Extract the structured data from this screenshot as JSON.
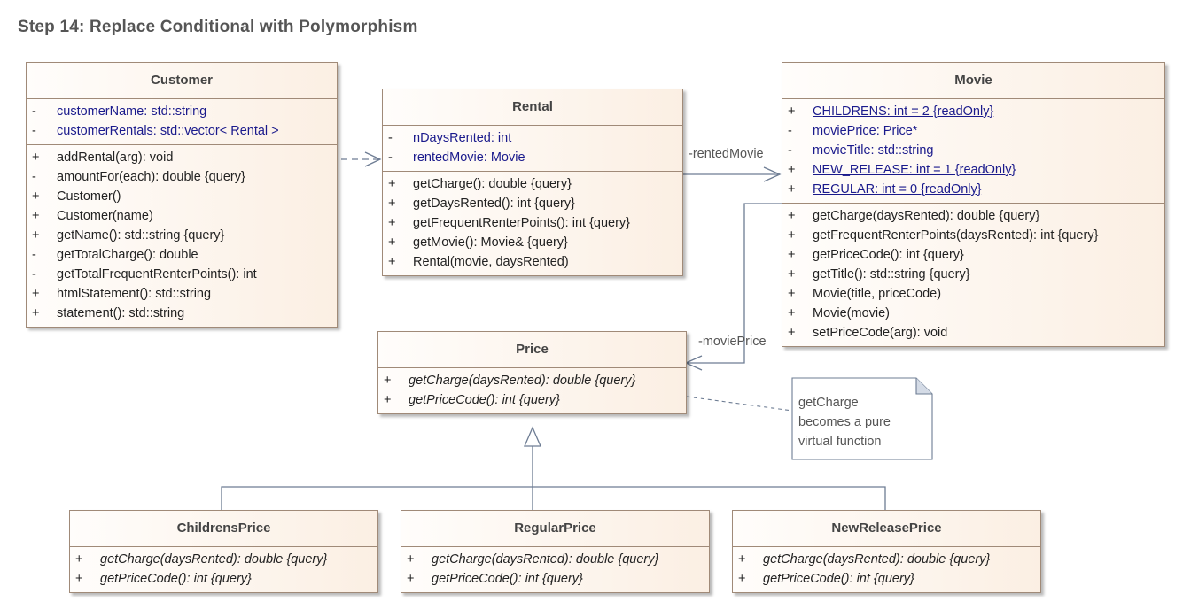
{
  "title": "Step 14: Replace Conditional with Polymorphism",
  "classes": {
    "customer": {
      "name": "Customer",
      "attributes": [
        {
          "vis": "-",
          "text": "customerName: std::string"
        },
        {
          "vis": "-",
          "text": "customerRentals: std::vector< Rental >"
        }
      ],
      "operations": [
        {
          "vis": "+",
          "text": "addRental(arg): void"
        },
        {
          "vis": "-",
          "text": "amountFor(each): double {query}"
        },
        {
          "vis": "+",
          "text": "Customer()"
        },
        {
          "vis": "+",
          "text": "Customer(name)"
        },
        {
          "vis": "+",
          "text": "getName(): std::string {query}"
        },
        {
          "vis": "-",
          "text": "getTotalCharge(): double"
        },
        {
          "vis": "-",
          "text": "getTotalFrequentRenterPoints(): int"
        },
        {
          "vis": "+",
          "text": "htmlStatement(): std::string"
        },
        {
          "vis": "+",
          "text": "statement(): std::string"
        }
      ]
    },
    "rental": {
      "name": "Rental",
      "attributes": [
        {
          "vis": "-",
          "text": "nDaysRented: int"
        },
        {
          "vis": "-",
          "text": "rentedMovie: Movie"
        }
      ],
      "operations": [
        {
          "vis": "+",
          "text": "getCharge(): double {query}"
        },
        {
          "vis": "+",
          "text": "getDaysRented(): int {query}"
        },
        {
          "vis": "+",
          "text": "getFrequentRenterPoints(): int {query}"
        },
        {
          "vis": "+",
          "text": "getMovie(): Movie& {query}"
        },
        {
          "vis": "+",
          "text": "Rental(movie, daysRented)"
        }
      ]
    },
    "movie": {
      "name": "Movie",
      "attributes": [
        {
          "vis": "+",
          "text": "CHILDRENS: int = 2 {readOnly}",
          "static": true
        },
        {
          "vis": "-",
          "text": "moviePrice: Price*"
        },
        {
          "vis": "-",
          "text": "movieTitle: std::string"
        },
        {
          "vis": "+",
          "text": "NEW_RELEASE: int = 1 {readOnly}",
          "static": true
        },
        {
          "vis": "+",
          "text": "REGULAR: int = 0 {readOnly}",
          "static": true
        }
      ],
      "operations": [
        {
          "vis": "+",
          "text": "getCharge(daysRented): double {query}"
        },
        {
          "vis": "+",
          "text": "getFrequentRenterPoints(daysRented): int {query}"
        },
        {
          "vis": "+",
          "text": "getPriceCode(): int {query}"
        },
        {
          "vis": "+",
          "text": "getTitle(): std::string {query}"
        },
        {
          "vis": "+",
          "text": "Movie(title, priceCode)"
        },
        {
          "vis": "+",
          "text": "Movie(movie)"
        },
        {
          "vis": "+",
          "text": "setPriceCode(arg): void"
        }
      ]
    },
    "price": {
      "name": "Price",
      "operations": [
        {
          "vis": "+",
          "text": "getCharge(daysRented): double {query}",
          "abstract": true
        },
        {
          "vis": "+",
          "text": "getPriceCode(): int {query}",
          "abstract": true
        }
      ]
    },
    "childrens_price": {
      "name": "ChildrensPrice",
      "operations": [
        {
          "vis": "+",
          "text": "getCharge(daysRented): double {query}",
          "abstract": true
        },
        {
          "vis": "+",
          "text": "getPriceCode(): int {query}",
          "abstract": true
        }
      ]
    },
    "regular_price": {
      "name": "RegularPrice",
      "operations": [
        {
          "vis": "+",
          "text": "getCharge(daysRented): double {query}",
          "abstract": true
        },
        {
          "vis": "+",
          "text": "getPriceCode(): int {query}",
          "abstract": true
        }
      ]
    },
    "new_release_price": {
      "name": "NewReleasePrice",
      "operations": [
        {
          "vis": "+",
          "text": "getCharge(daysRented): double {query}",
          "abstract": true
        },
        {
          "vis": "+",
          "text": "getPriceCode(): int {query}",
          "abstract": true
        }
      ]
    }
  },
  "associations": {
    "rented_movie_label": "-rentedMovie",
    "movie_price_label": "-moviePrice"
  },
  "note": {
    "text": "getCharge\nbecomes a pure\nvirtual function"
  },
  "colors": {
    "border": "#a08a78",
    "attribute_text": "#1a1a8c",
    "connector": "#6d7c93"
  }
}
